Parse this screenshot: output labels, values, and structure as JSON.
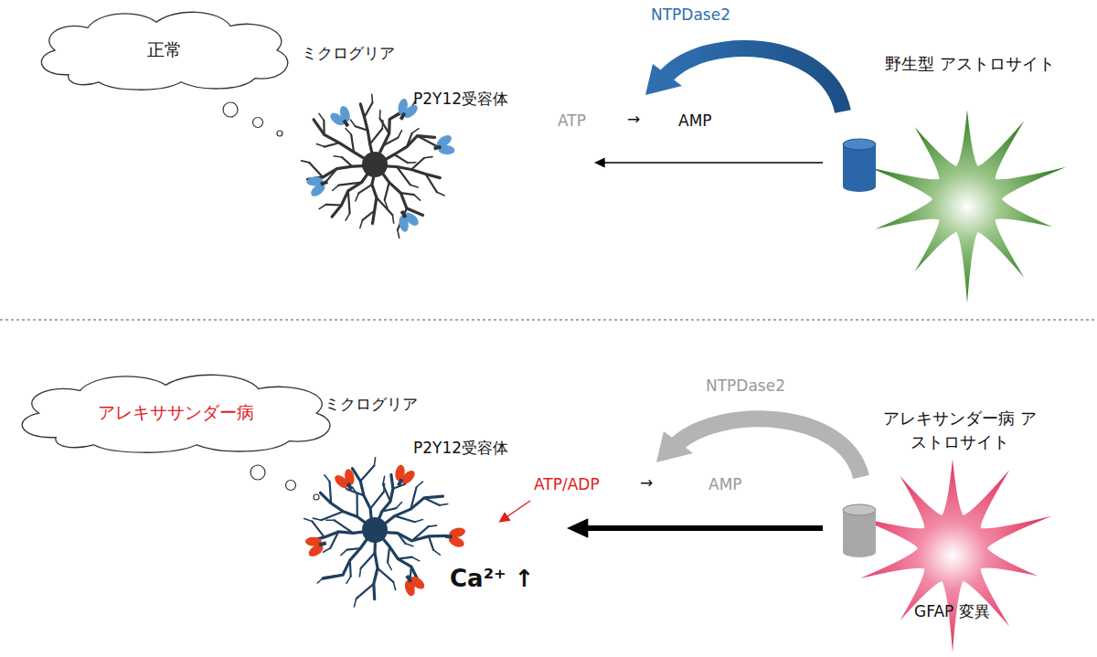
{
  "diagram": {
    "nodes": [
      {
        "text": [
          "正常"
        ]
      },
      {
        "text": [
          "ミクログリア",
          "P2Y12受容体"
        ]
      },
      {
        "text": [
          "野生型 アストロサイト"
        ]
      },
      {
        "text": [
          "アレキササンダー病"
        ]
      },
      {
        "text": [
          "ミクログリア",
          "P2Y12受容体",
          "Ca²⁺ ↑"
        ]
      },
      {
        "text": [
          "アレキサンダー病 アストロサイト",
          "GFAP 変異"
        ]
      }
    ],
    "edges": [
      {
        "from": 2,
        "to": 1,
        "arrow": "to"
      },
      {
        "from": 5,
        "to": 4,
        "arrow": "to"
      }
    ],
    "labels": [
      "NTPDase2",
      "ATP",
      "→",
      "AMP",
      "NTPDase2",
      "ATP/ADP",
      "→",
      "AMP"
    ]
  }
}
